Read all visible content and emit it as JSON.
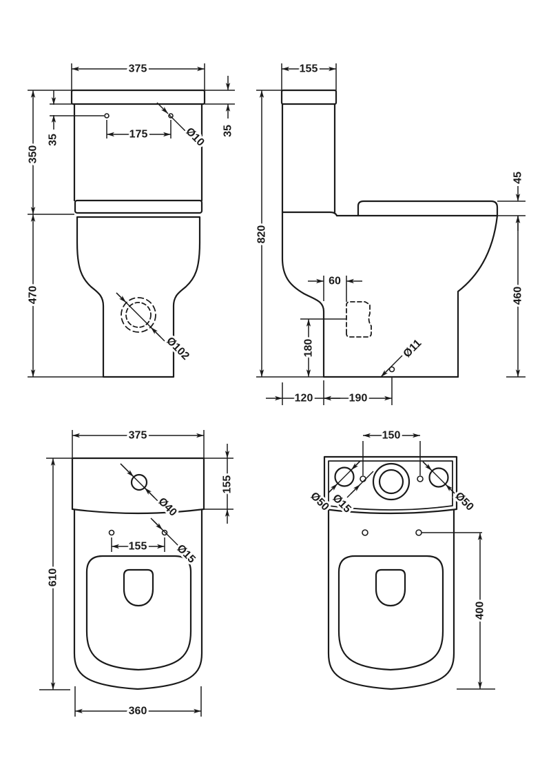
{
  "colors": {
    "background": "#ffffff",
    "line": "#1a1a1a"
  },
  "views": {
    "front": {
      "dims": {
        "overall_width": "375",
        "lid_height": "35",
        "holes_below_lid": "35",
        "hole_spacing": "175",
        "hole_diameter": "Ø10",
        "cistern_height": "350",
        "bowl_height": "470",
        "outlet_diameter": "Ø102"
      }
    },
    "side": {
      "dims": {
        "cistern_depth": "155",
        "overall_height": "820",
        "seat_thickness": "45",
        "rim_height": "460",
        "outlet_offset": "60",
        "outlet_height": "180",
        "fixing_hole_diameter": "Ø11",
        "back_to_pedestal": "120",
        "pedestal_to_hole": "190"
      }
    },
    "plan": {
      "dims": {
        "overall_width": "375",
        "cistern_depth": "155",
        "flush_button_diameter": "Ø40",
        "seat_hole_spacing": "155",
        "seat_hole_diameter": "Ø15",
        "overall_depth": "610",
        "base_width": "360"
      }
    },
    "plan_open": {
      "dims": {
        "inlet_hole_spacing": "150",
        "corner_hole_diameter_left": "Ø50",
        "inlet_hole_diameter": "Ø15",
        "corner_hole_diameter_right": "Ø50",
        "seat_holes_to_front": "400"
      }
    }
  }
}
